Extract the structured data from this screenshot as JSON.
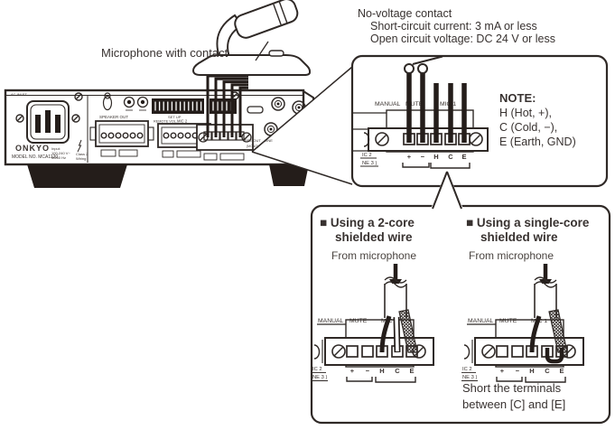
{
  "colors": {
    "ink": "#2f2926"
  },
  "mic_label": "Microphone with contact",
  "top_note": {
    "title": "No-voltage contact",
    "line1": "Short-circuit current: 3 mA or less",
    "line2": "Open circuit voltage: DC 24 V or less"
  },
  "note": {
    "title": "NOTE:",
    "h": "H (Hot, +),",
    "c": "C (Cold, −),",
    "e": "E (Earth, GND)"
  },
  "terminal_labels": {
    "manual": "MANUAL",
    "mute": "MUTE",
    "mic1": "MIC 1",
    "mic2_partial": "IC 2",
    "line3_partial": "NE 3 )"
  },
  "terminals": {
    "plus": "+",
    "minus": "−",
    "h": "H",
    "c": "C",
    "e": "E"
  },
  "panel": {
    "brand": "ONKYO",
    "model": "MODEL NO. MCA1120",
    "ac_inlet": "AC INLET",
    "speaker_out": "SPEAKER OUT",
    "remote_vol": "REMOTE VOL.",
    "mic2": "MIC 2",
    "set_up": "SET UP",
    "pre_out": "PRE OUT",
    "line": "LINE",
    "mono": "(MONO)",
    "rating1": "Input:",
    "rating2": "100-240 V~",
    "rating3": "50/60 Hz",
    "class1": "Class 2",
    "class2": "Wiring"
  },
  "bottom": {
    "left_title1": "■ Using a 2-core",
    "left_title2": "shielded wire",
    "right_title1": "■ Using a single-core",
    "right_title2": "shielded wire",
    "from_mic": "From microphone",
    "short1": "Short the terminals",
    "short2": "between [C] and [E]"
  }
}
